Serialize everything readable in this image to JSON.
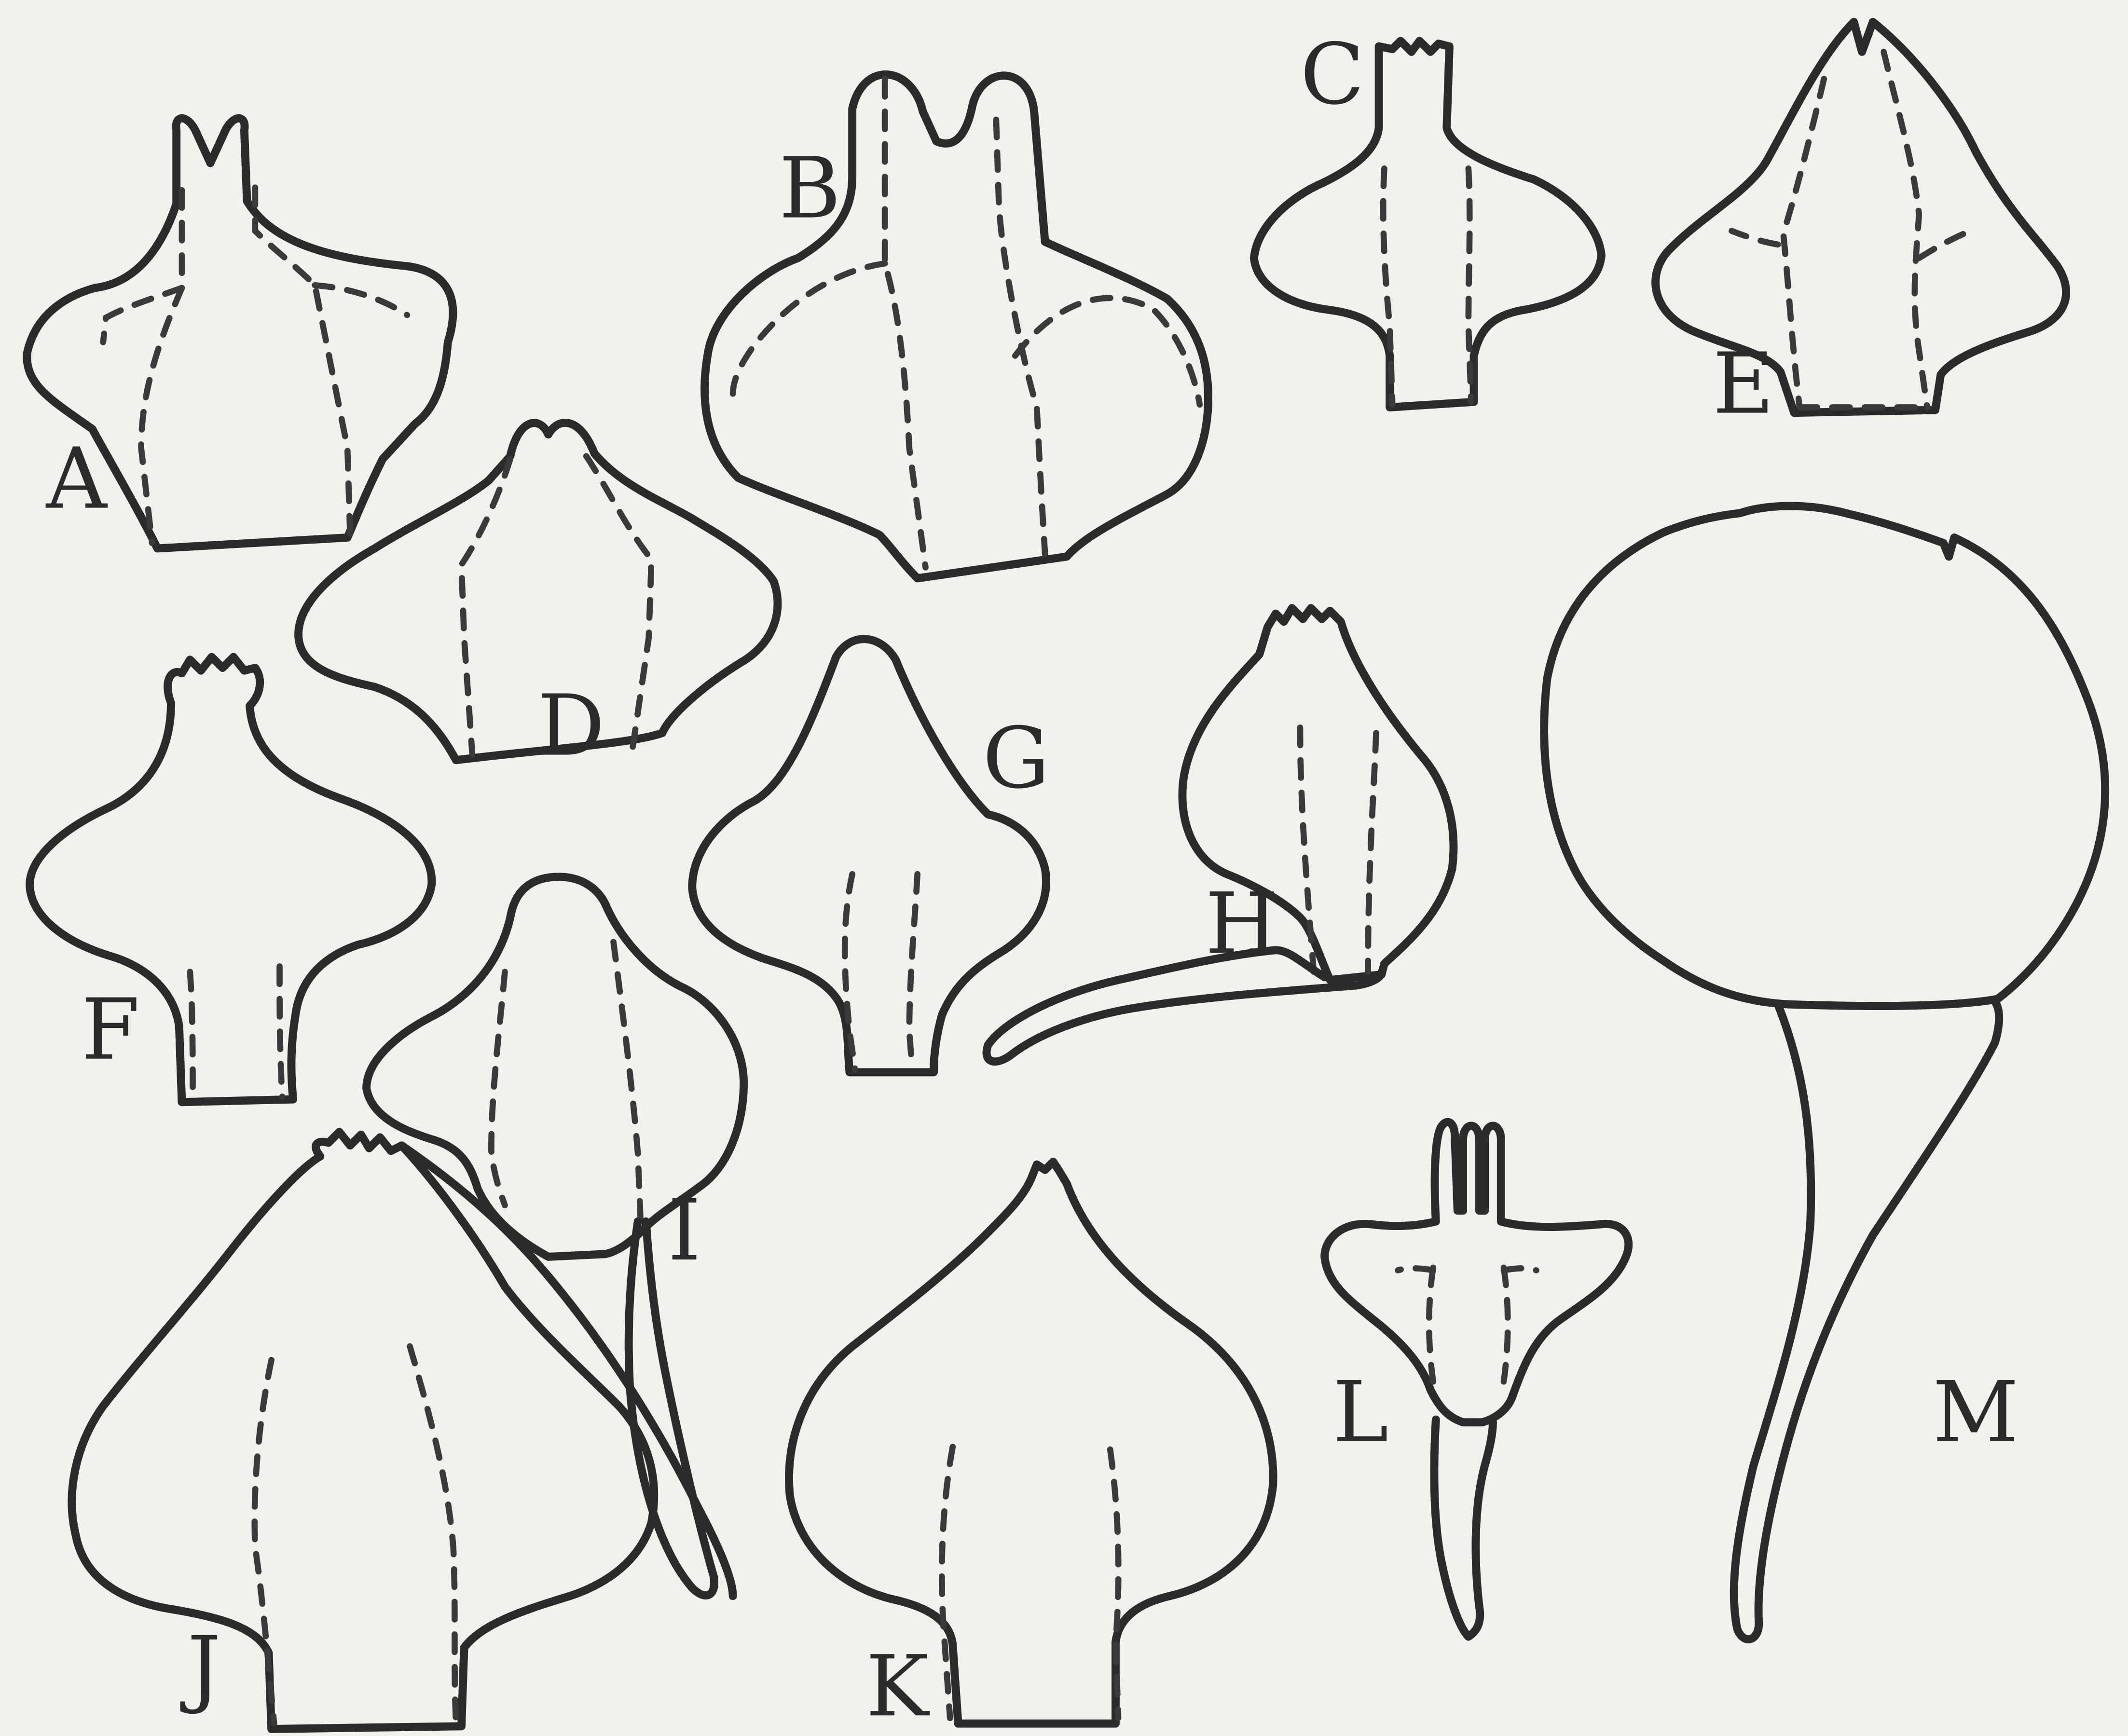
{
  "figure": {
    "labels": {
      "A": "A",
      "B": "B",
      "C": "C",
      "D": "D",
      "E": "E",
      "F": "F",
      "G": "G",
      "H": "H",
      "I": "I",
      "J": "J",
      "K": "K",
      "L": "L",
      "M": "M"
    }
  }
}
